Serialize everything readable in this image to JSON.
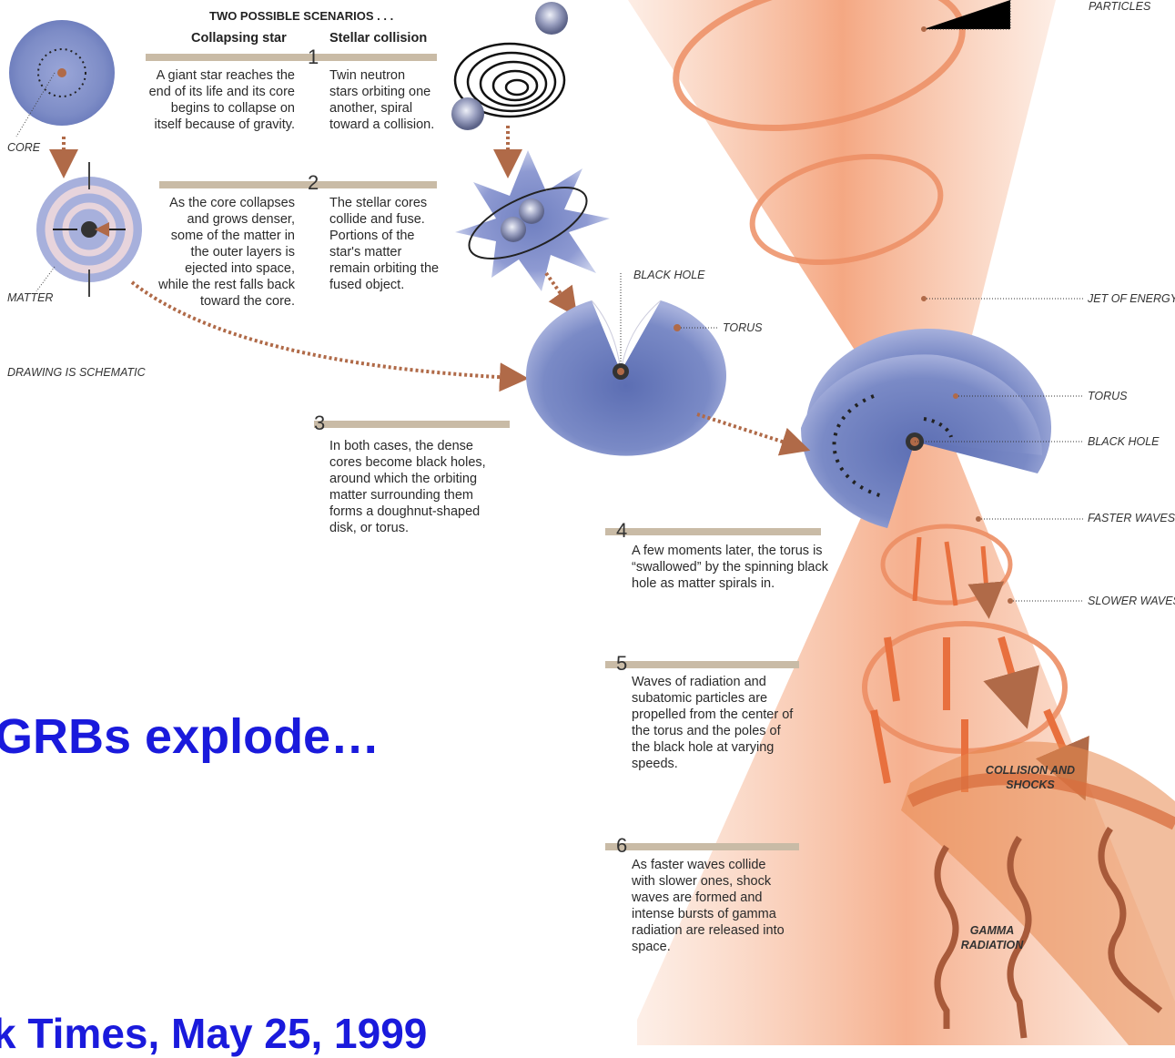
{
  "header": {
    "title": "TWO POSSIBLE SCENARIOS . . .",
    "col_left": "Collapsing star",
    "col_right": "Stellar collision"
  },
  "steps": {
    "s1": {
      "number": "1",
      "left": "A giant star reaches the end of its life and its core begins to collapse on itself because of gravity.",
      "right": "Twin neutron stars orbiting one another, spiral toward a collision."
    },
    "s2": {
      "number": "2",
      "left": "As the core collapses and grows denser, some of the matter in the outer layers is ejected into space, while the rest falls back toward the core.",
      "right": "The stellar cores collide and fuse. Portions of the star's matter remain orbiting the fused object."
    },
    "s3": {
      "number": "3",
      "text": "In both cases, the dense cores become black holes, around which the orbiting matter surrounding them forms a doughnut-shaped disk, or torus."
    },
    "s4": {
      "number": "4",
      "text": "A few moments later, the torus is “swallowed” by the spinning black hole as matter spirals in."
    },
    "s5": {
      "number": "5",
      "text": "Waves of radiation and subatomic particles are propelled from the center of the torus and the poles of the black hole at varying speeds."
    },
    "s6": {
      "number": "6",
      "text": "As faster waves collide with slower ones, shock waves are formed and intense bursts of gamma radiation are released into space."
    }
  },
  "labels": {
    "core": "CORE",
    "matter": "MATTER",
    "schematic": "DRAWING IS SCHEMATIC",
    "black_hole_mid": "BLACK HOLE",
    "torus_mid": "TORUS",
    "particles": "PARTICLES",
    "jet": "JET OF ENERGY",
    "torus_right": "TORUS",
    "black_hole_right": "BLACK  HOLE",
    "faster": "FASTER WAVES",
    "slower": "SLOWER WAVES",
    "collision": "COLLISION AND SHOCKS",
    "gamma": "GAMMA RADIATION"
  },
  "headline": "GRBs explode…",
  "source": "k Times, May 25, 1999",
  "colors": {
    "headline_blue": "#1a1adc",
    "star_blue": "#8592c8",
    "jet_orange": "#f4a37c",
    "ring_orange": "#e87a4a",
    "bar_tan": "#c9bba6",
    "arrow_brown": "#b06a48"
  }
}
